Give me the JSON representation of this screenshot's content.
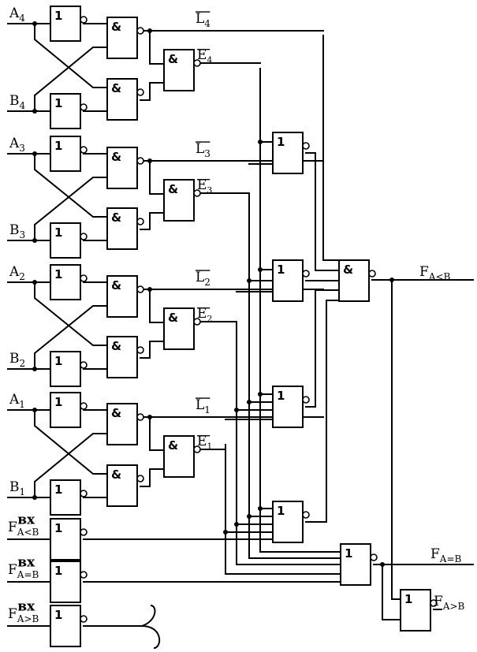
{
  "gate_symbols": {
    "not": "1",
    "and": "&",
    "or": "1"
  },
  "inputs": {
    "A4": {
      "main": "A",
      "sub": "4"
    },
    "B4": {
      "main": "B",
      "sub": "4"
    },
    "A3": {
      "main": "A",
      "sub": "3"
    },
    "B3": {
      "main": "B",
      "sub": "3"
    },
    "A2": {
      "main": "A",
      "sub": "2"
    },
    "B2": {
      "main": "B",
      "sub": "2"
    },
    "A1": {
      "main": "A",
      "sub": "1"
    },
    "B1": {
      "main": "B",
      "sub": "1"
    },
    "F_lt_in": {
      "main": "F",
      "sub": "A<B",
      "sup": "вх"
    },
    "F_eq_in": {
      "main": "F",
      "sub": "A=B",
      "sup": "вх"
    },
    "F_gt_in": {
      "main": "F",
      "sub": "A>B",
      "sup": "вх"
    }
  },
  "signals": {
    "L4": {
      "main": "L",
      "sub": "4"
    },
    "E4": {
      "main": "E",
      "sub": "4"
    },
    "L3": {
      "main": "L",
      "sub": "3"
    },
    "E3": {
      "main": "E",
      "sub": "3"
    },
    "L2": {
      "main": "L",
      "sub": "2"
    },
    "E2": {
      "main": "E",
      "sub": "2"
    },
    "L1": {
      "main": "L",
      "sub": "1"
    },
    "E1": {
      "main": "E",
      "sub": "1"
    }
  },
  "outputs": {
    "F_lt": {
      "main": "F",
      "sub": "A<B"
    },
    "F_eq": {
      "main": "F",
      "sub": "A=B"
    },
    "F_gt": {
      "main": "F",
      "sub": "A>B"
    }
  }
}
